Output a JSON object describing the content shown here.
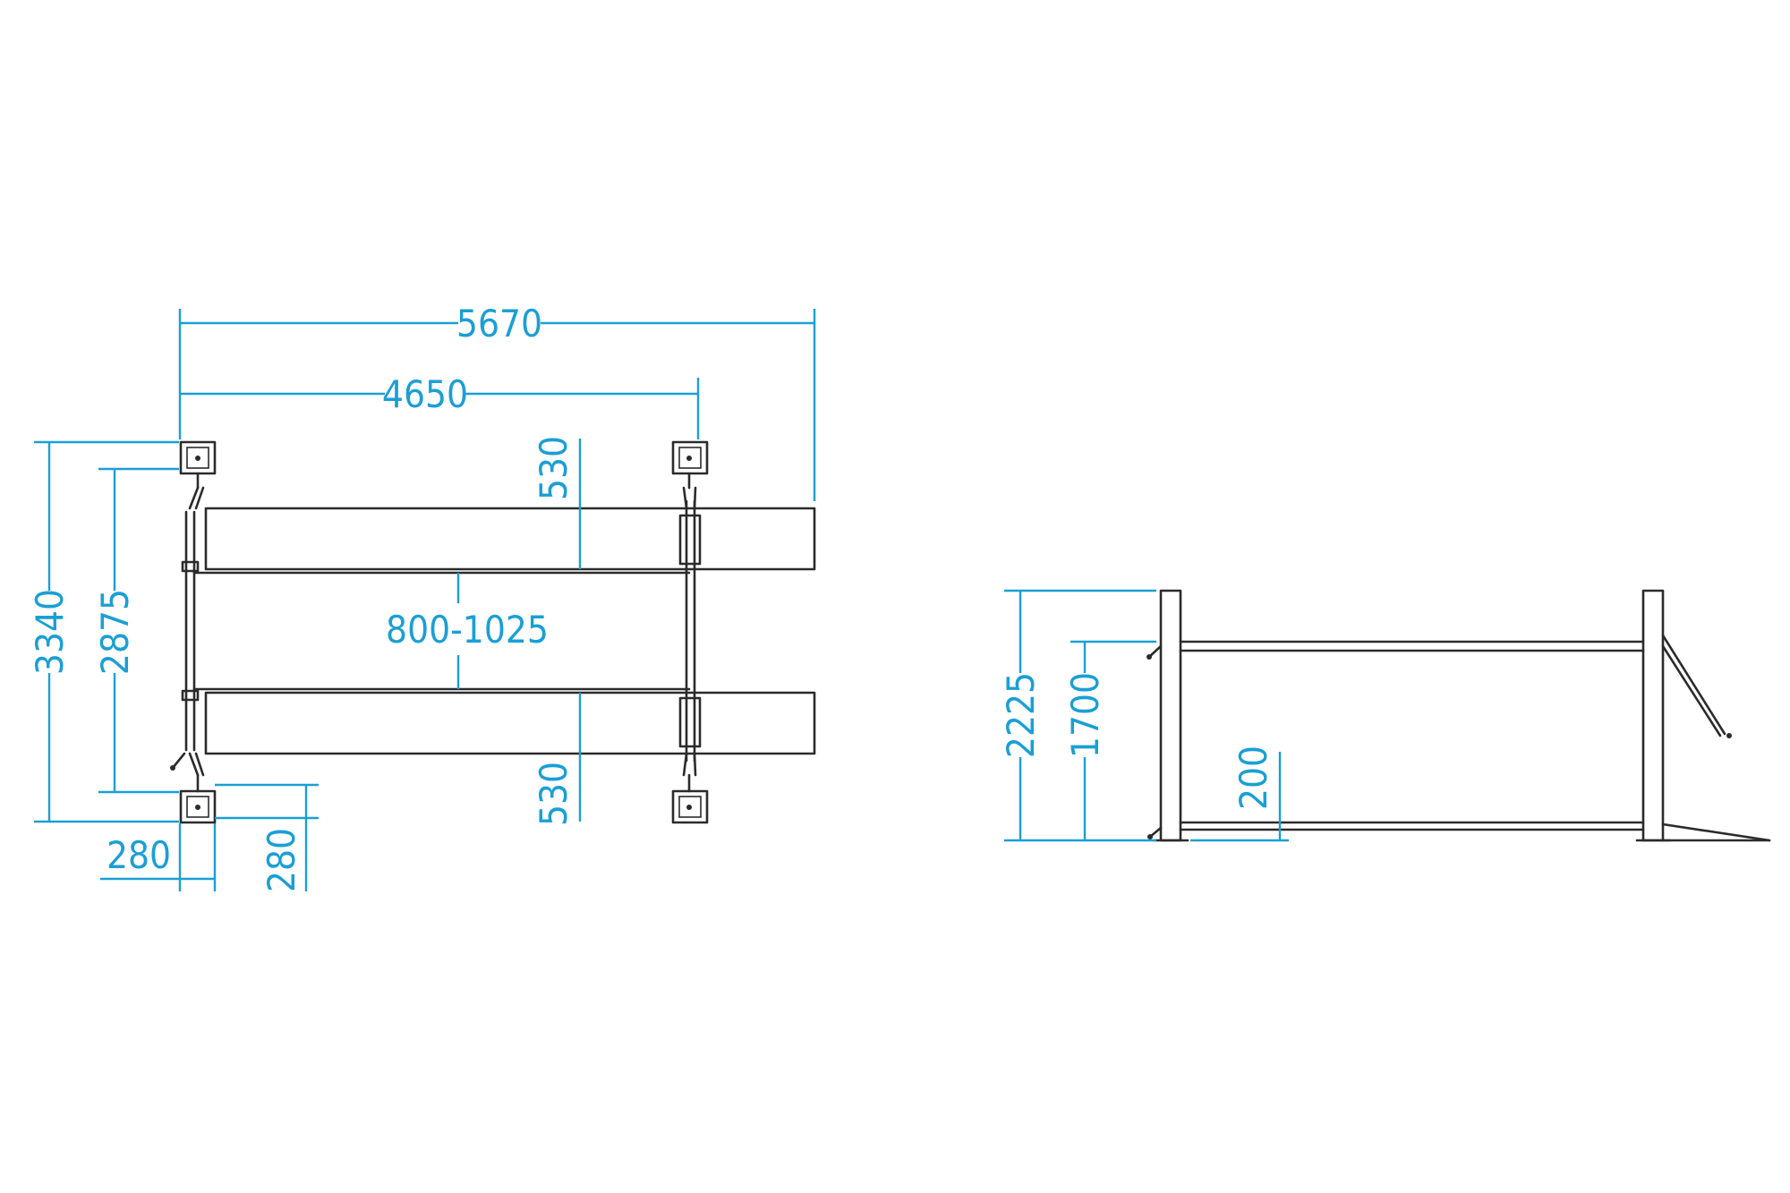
{
  "colors": {
    "dimension": "#1a9fd4",
    "object": "#2b2b2b",
    "background": "#ffffff"
  },
  "plan_view": {
    "overall_length": "5670",
    "post_spacing_length": "4650",
    "overall_width": "3340",
    "post_spacing_width": "2875",
    "runway_width_top": "530",
    "runway_width_bottom": "530",
    "runway_gap": "800-1025",
    "post_size_x": "280",
    "post_size_y": "280"
  },
  "side_view": {
    "overall_height": "2225",
    "lift_height": "1700",
    "min_height": "200"
  }
}
